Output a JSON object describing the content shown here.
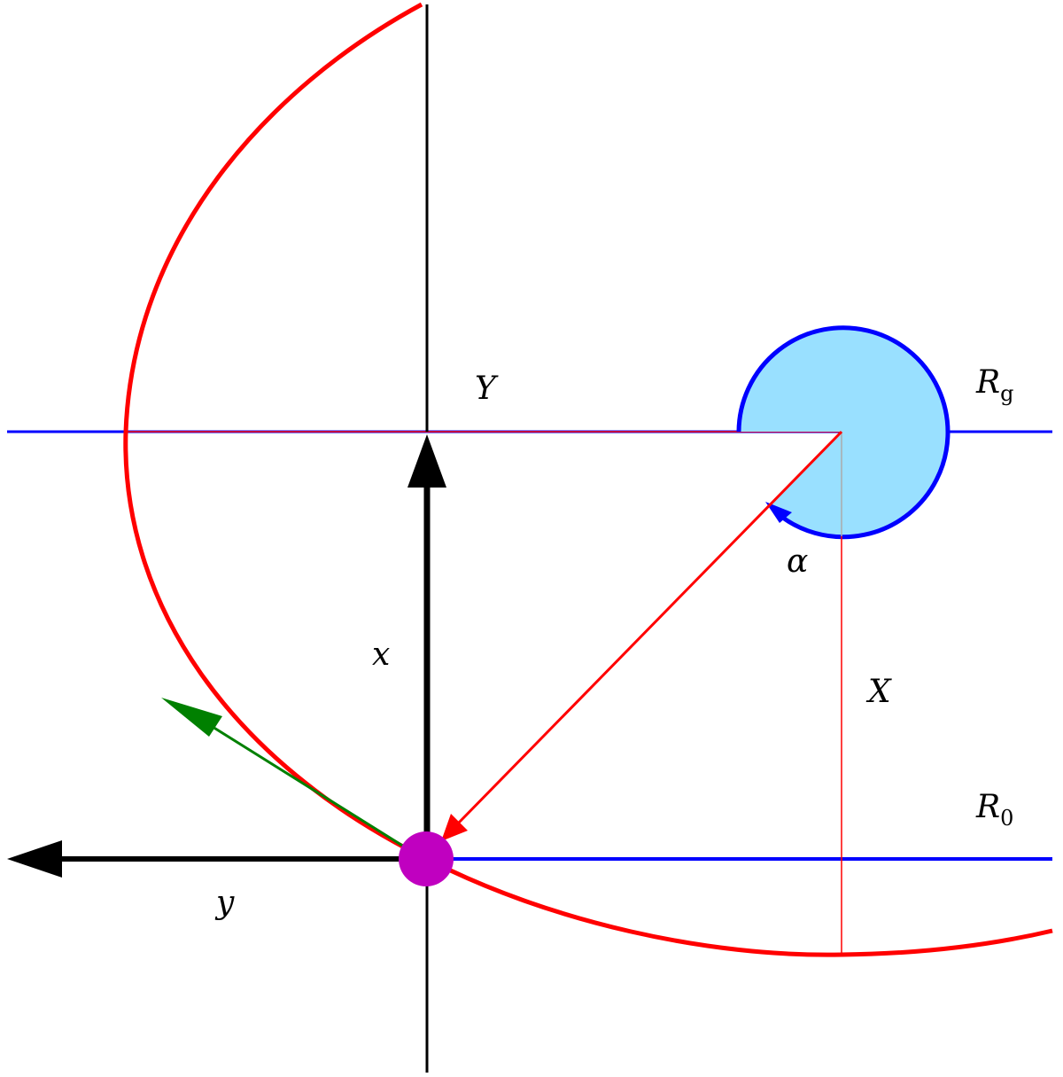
{
  "labels": {
    "Y": "Y",
    "Rg_main": "R",
    "Rg_sub": "g",
    "alpha": "α",
    "x": "x",
    "X": "X",
    "R0_main": "R",
    "R0_sub": "0",
    "y": "y"
  },
  "colors": {
    "orbit": "#ff0000",
    "radius_line": "#ff0000",
    "guide_line": "#0000ff",
    "axes": "#000000",
    "angle_fill": "#99e0ff",
    "angle_stroke": "#0000ff",
    "velocity": "#008000",
    "body": "#c000c0",
    "grey_tick": "#aaaaaa"
  }
}
